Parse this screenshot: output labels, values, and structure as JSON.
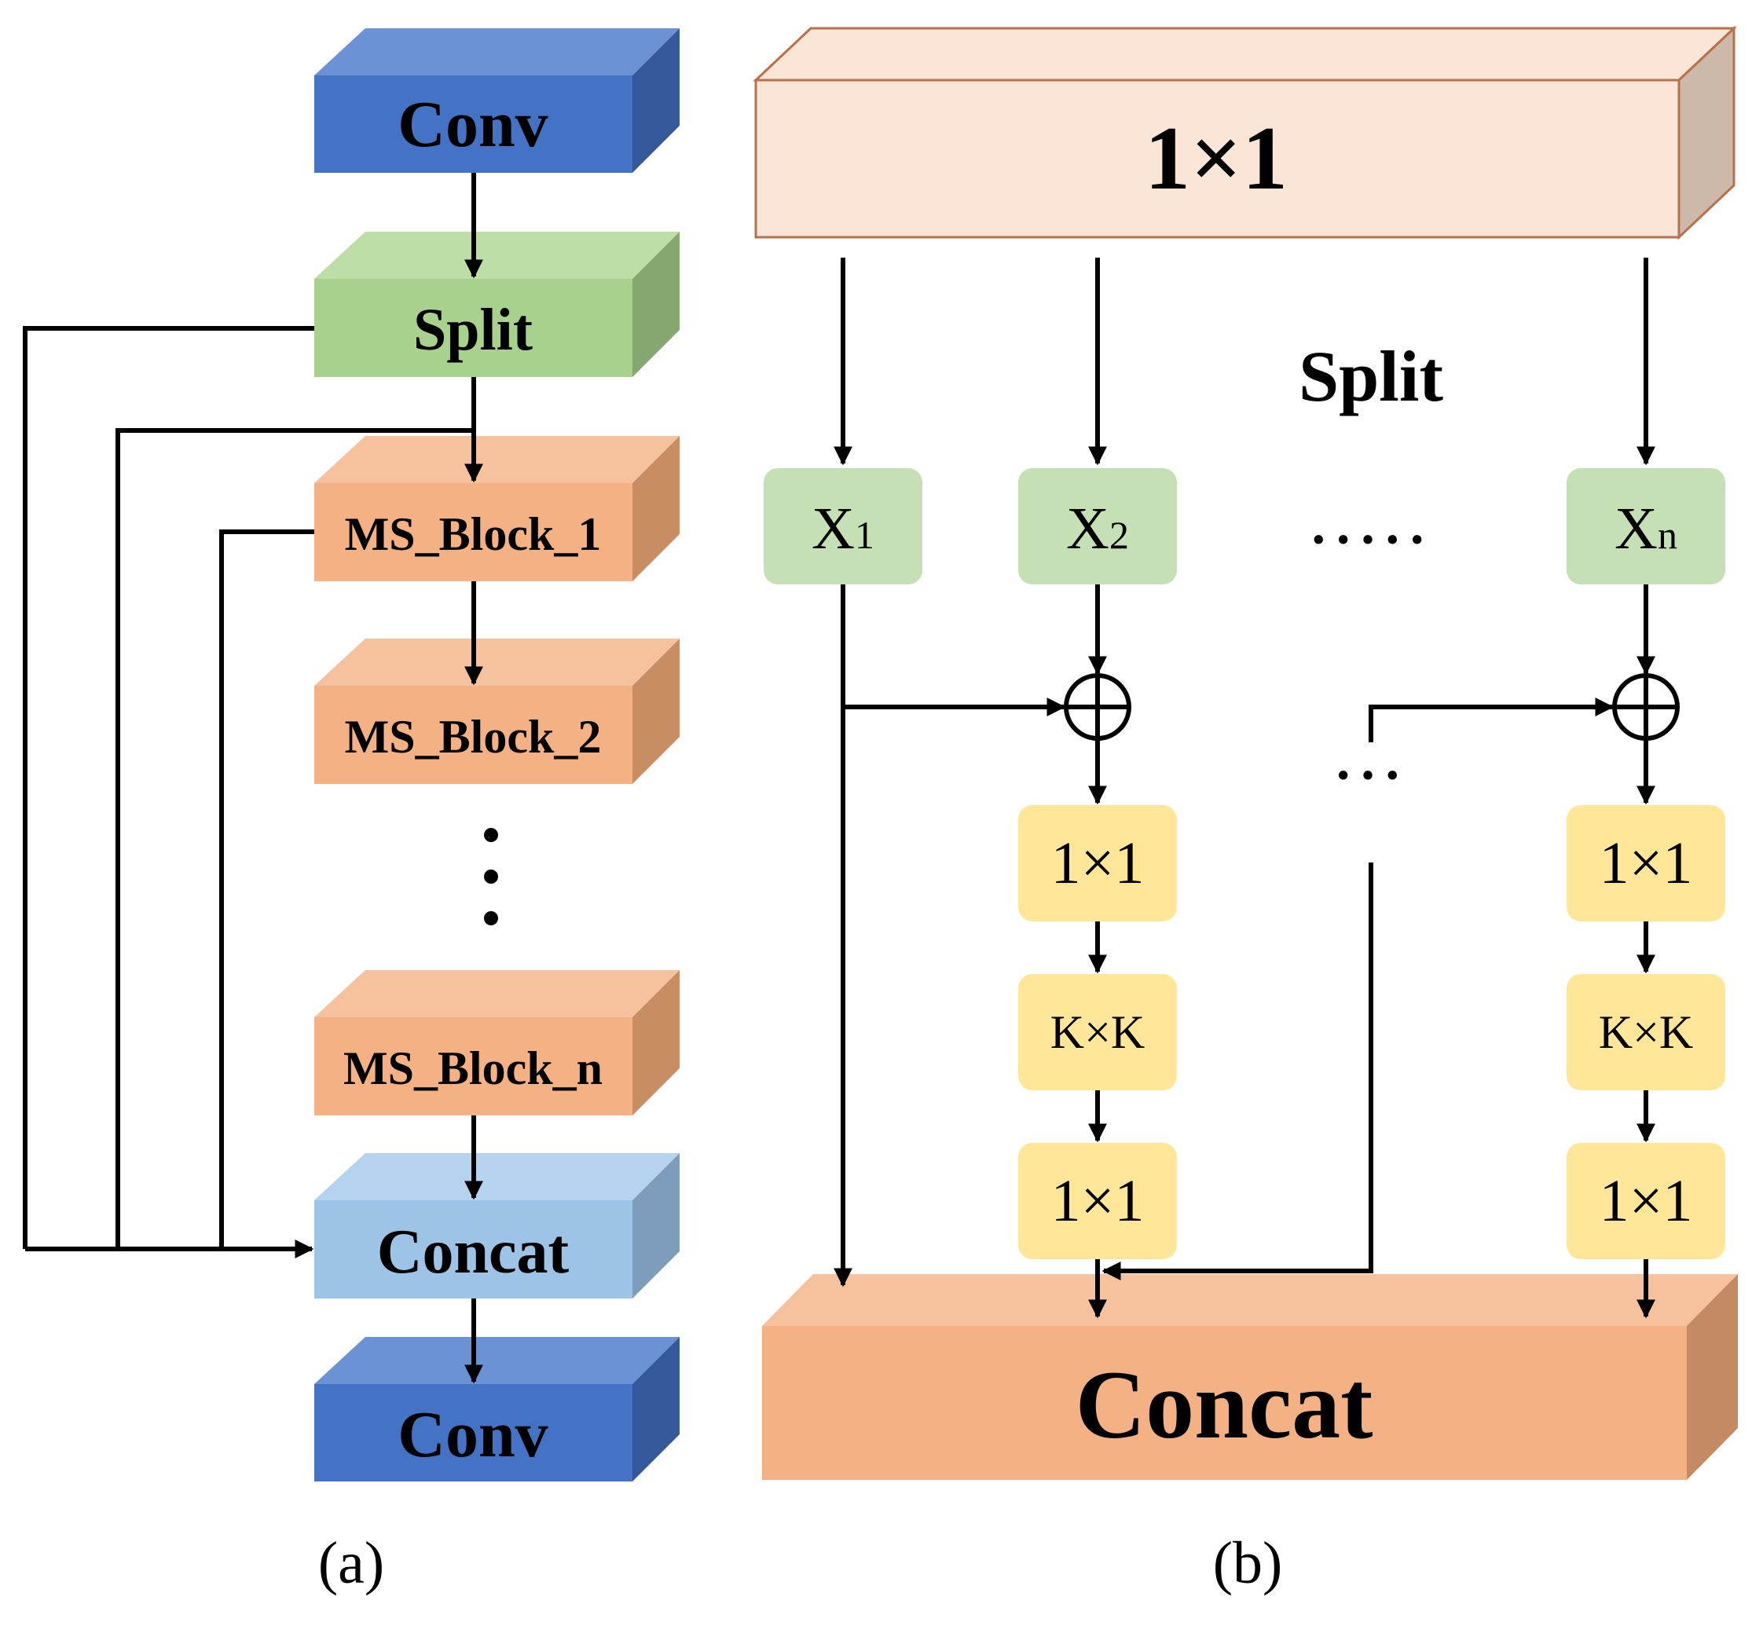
{
  "panel_a": {
    "caption": "(a)",
    "blocks": {
      "conv_top": "Conv",
      "split": "Split",
      "ms_block_1": "MS_Block_1",
      "ms_block_2": "MS_Block_2",
      "ms_block_n": "MS_Block_n",
      "concat": "Concat",
      "conv_bottom": "Conv"
    }
  },
  "panel_b": {
    "caption": "(b)",
    "top_block": "1×1",
    "split_label": "Split",
    "x_blocks": {
      "x1": {
        "base": "X",
        "sub": "1"
      },
      "x2": {
        "base": "X",
        "sub": "2"
      },
      "xn": {
        "base": "X",
        "sub": "n"
      }
    },
    "ellipsis_row": "·····",
    "ellipsis_mid": "···",
    "branch2": {
      "conv1": "1×1",
      "convk": "K×K",
      "conv2": "1×1"
    },
    "branchn": {
      "conv1": "1×1",
      "convk": "K×K",
      "conv2": "1×1"
    },
    "concat": "Concat"
  },
  "colors": {
    "conv_front": "#4472c4",
    "conv_top": "#6a92d4",
    "conv_side": "#34589a",
    "split_front": "#a9d18e",
    "split_top": "#bedea8",
    "split_side": "#86a870",
    "ms_front": "#f4b183",
    "ms_top": "#f6c19d",
    "ms_side": "#c98d63",
    "concat_a_front": "#9dc3e6",
    "concat_a_top": "#b5d3ee",
    "concat_a_side": "#7d9dbb",
    "top_1x1_front": "#fbe5d6",
    "top_1x1_side": "#cdb9aa",
    "top_1x1_stroke": "#b8714a",
    "x_block": "#c5e0b4",
    "conv_block": "#ffe699",
    "concat_b_front": "#f4b183",
    "concat_b_top": "#f6c19d",
    "concat_b_side": "#c48a64"
  }
}
